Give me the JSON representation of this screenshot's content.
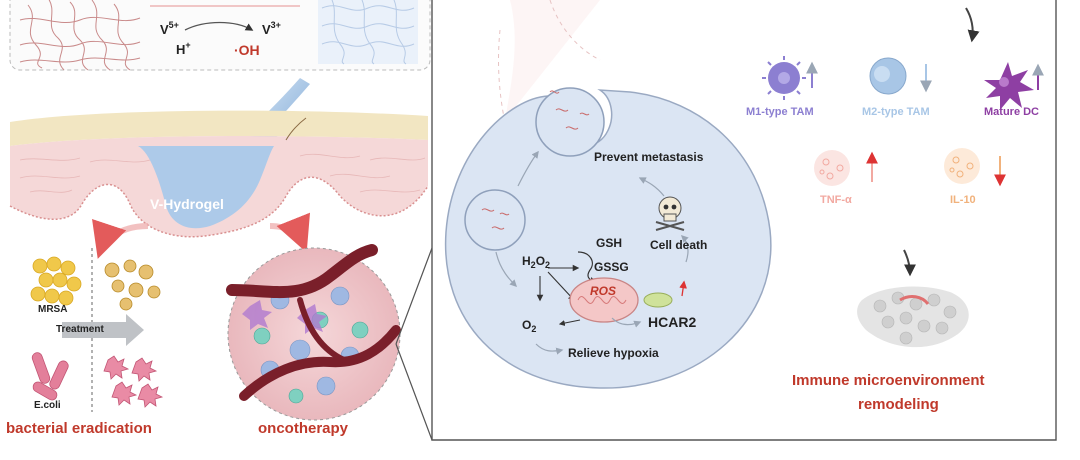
{
  "reaction": {
    "v5": "V",
    "v5_charge": "5+",
    "v3": "V",
    "v3_charge": "3+",
    "h_plus": "H",
    "h_plus_sign": "+",
    "hydroxyl": "·OH"
  },
  "hydrogel": {
    "label": "V-Hydrogel"
  },
  "bacteria": {
    "mrsa": "MRSA",
    "treatment": "Treatment",
    "ecoli": "E.coli",
    "title": "bacterial eradication"
  },
  "oncotherapy": {
    "title": "oncotherapy"
  },
  "cell": {
    "prevent_metastasis": "Prevent metastasis",
    "gsh": "GSH",
    "gssg": "GSSG",
    "h2o2_base": "H",
    "h2o2_sub1": "2",
    "h2o2_mid": "O",
    "h2o2_sub2": "2",
    "ros": "ROS",
    "o2_base": "O",
    "o2_sub": "2",
    "cell_death": "Cell death",
    "hcar2": "HCAR2",
    "relieve_hypoxia": "Relieve hypoxia"
  },
  "immune": {
    "m1": "M1-type TAM",
    "m2": "M2-type TAM",
    "dc": "Mature DC",
    "tnf": "TNF-α",
    "il10": "IL-10",
    "title_line1": "Immune microenvironment",
    "title_line2": "remodeling"
  },
  "colors": {
    "accent_red": "#c0392b",
    "hydrogel_blue": "#a9c9ea",
    "cell_fill": "#dbe5f3",
    "skin": "#f3d8d8",
    "m1_purple": "#8c7fd1",
    "m2_blue": "#a8c6e6",
    "dc_purple": "#8e3fa3",
    "tnf_pink": "#f2a9a1",
    "il10_orange": "#f1b27c"
  }
}
